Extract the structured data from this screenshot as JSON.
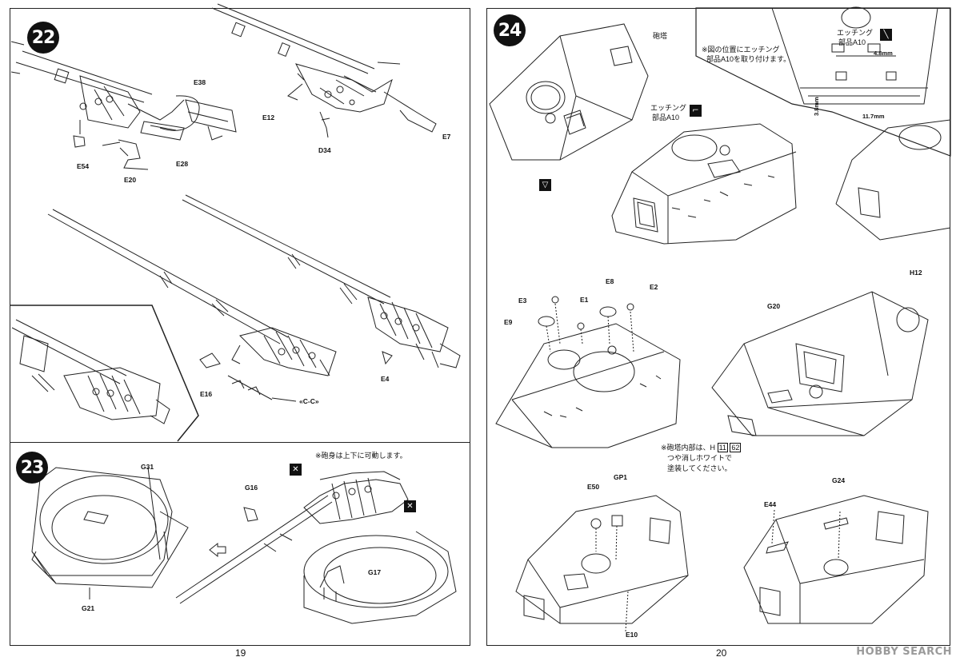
{
  "steps": {
    "s22": "22",
    "s23": "23",
    "s24": "24"
  },
  "page_numbers": {
    "left": "19",
    "right": "20"
  },
  "parts": {
    "e38": "E38",
    "e28": "E28",
    "e20": "E20",
    "e54": "E54",
    "e12": "E12",
    "d34": "D34",
    "e7": "E7",
    "e16": "E16",
    "e4": "E4",
    "cc": "«C-C»",
    "g31": "G31",
    "g21": "G21",
    "g16": "G16",
    "g17": "G17",
    "e3": "E3",
    "e9": "E9",
    "e1": "E1",
    "e8": "E8",
    "e2": "E2",
    "h12": "H12",
    "g20": "G20",
    "e50": "E50",
    "gp1": "GP1",
    "e10": "E10",
    "e44": "E44",
    "g24": "G24"
  },
  "notes": {
    "barrel": "※砲身は上下に可動します。",
    "turret": "砲塔",
    "etching_left_1": "エッチング",
    "etching_left_2": "部品A10",
    "etching_right_1": "エッチング",
    "etching_right_2": "部品A10",
    "etch_place_1": "※図の位置にエッチング",
    "etch_place_2": "部品A10を取り付けます。",
    "interior_1": "※砲塔内部は、H",
    "interior_2": "つや消しホワイトで",
    "interior_3": "塗装してください。",
    "paint_code_1": "11",
    "paint_code_2": "62"
  },
  "dimensions": {
    "d1": "4.8",
    "d2": "3.8",
    "d3": "11.7",
    "unit": "mm"
  },
  "icons": {
    "no_glue": "no-glue-icon",
    "cement": "cement-icon",
    "etched": "etched-part-icon",
    "view_arrow": "view-arrow-icon"
  },
  "watermark": "HOBBY SEARCH"
}
